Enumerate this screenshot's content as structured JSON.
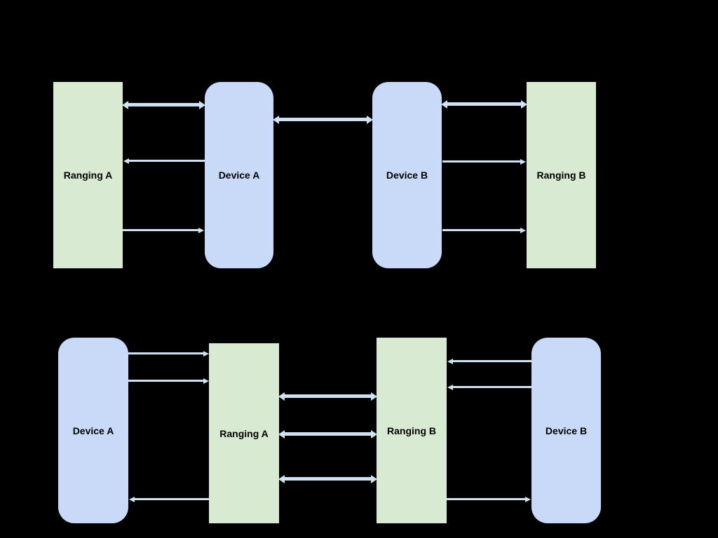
{
  "palette": {
    "background": "#000000",
    "ranging_box_fill": "#d9ead3",
    "device_box_fill": "#c9daf8",
    "arrow_color": "#cfe2f3",
    "label_color": "#000000"
  },
  "top_diagram": {
    "nodes": [
      {
        "id": "ranging-a-top",
        "label": "Ranging A",
        "kind": "ranging"
      },
      {
        "id": "device-a-top",
        "label": "Device A",
        "kind": "device"
      },
      {
        "id": "device-b-top",
        "label": "Device B",
        "kind": "device"
      },
      {
        "id": "ranging-b-top",
        "label": "Ranging B",
        "kind": "ranging"
      }
    ],
    "arrows": [
      {
        "from": "ranging-a-top",
        "to": "device-a-top",
        "heads": "both"
      },
      {
        "from": "device-a-top",
        "to": "ranging-a-top",
        "heads": "left"
      },
      {
        "from": "ranging-a-top",
        "to": "device-a-top",
        "heads": "right"
      },
      {
        "from": "device-a-top",
        "to": "device-b-top",
        "heads": "both"
      },
      {
        "from": "device-b-top",
        "to": "ranging-b-top",
        "heads": "both"
      },
      {
        "from": "device-b-top",
        "to": "ranging-b-top",
        "heads": "right"
      },
      {
        "from": "device-b-top",
        "to": "ranging-b-top",
        "heads": "right"
      }
    ]
  },
  "bottom_diagram": {
    "nodes": [
      {
        "id": "device-a-bottom",
        "label": "Device A",
        "kind": "device"
      },
      {
        "id": "ranging-a-bottom",
        "label": "Ranging A",
        "kind": "ranging"
      },
      {
        "id": "ranging-b-bottom",
        "label": "Ranging B",
        "kind": "ranging"
      },
      {
        "id": "device-b-bottom",
        "label": "Device B",
        "kind": "device"
      }
    ],
    "arrows": [
      {
        "from": "device-a-bottom",
        "to": "ranging-a-bottom",
        "heads": "right"
      },
      {
        "from": "device-a-bottom",
        "to": "ranging-a-bottom",
        "heads": "right"
      },
      {
        "from": "ranging-a-bottom",
        "to": "device-a-bottom",
        "heads": "left"
      },
      {
        "from": "ranging-a-bottom",
        "to": "ranging-b-bottom",
        "heads": "both"
      },
      {
        "from": "ranging-a-bottom",
        "to": "ranging-b-bottom",
        "heads": "both"
      },
      {
        "from": "ranging-a-bottom",
        "to": "ranging-b-bottom",
        "heads": "both"
      },
      {
        "from": "device-b-bottom",
        "to": "ranging-b-bottom",
        "heads": "left"
      },
      {
        "from": "device-b-bottom",
        "to": "ranging-b-bottom",
        "heads": "left"
      },
      {
        "from": "ranging-b-bottom",
        "to": "device-b-bottom",
        "heads": "right"
      }
    ]
  }
}
